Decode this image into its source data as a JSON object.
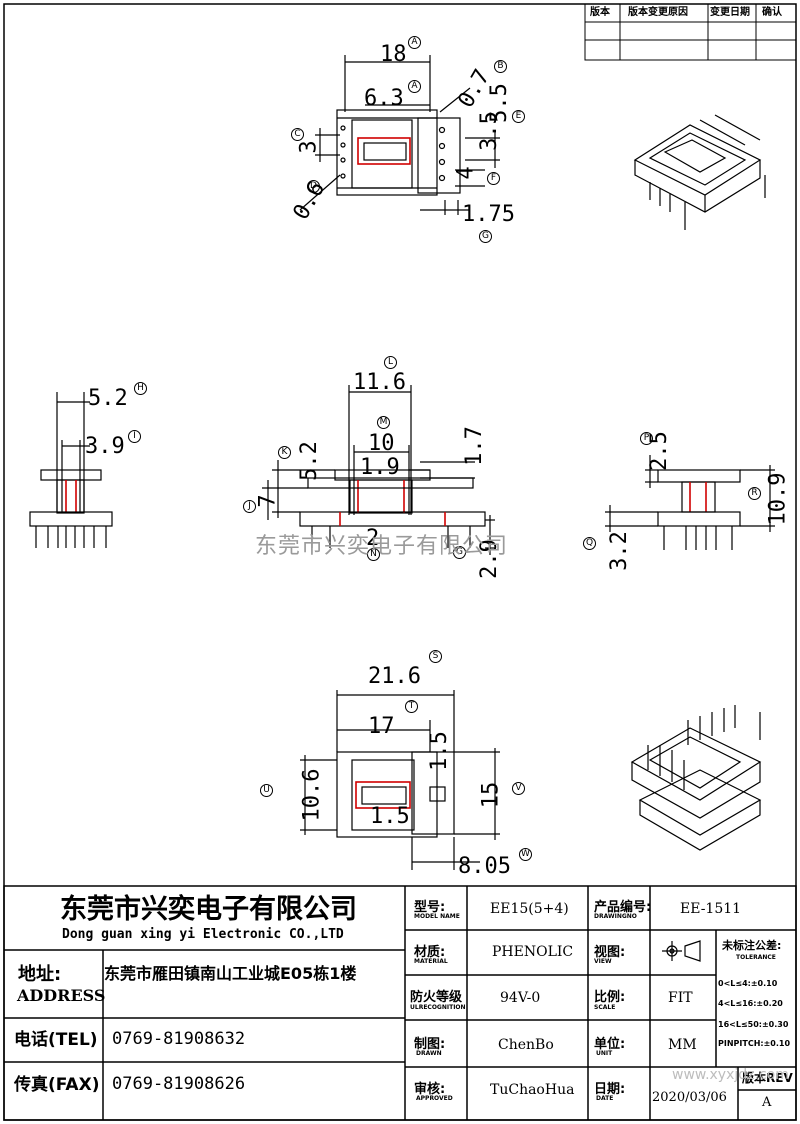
{
  "revision_table": {
    "headers": [
      "版本",
      "版本变更原因",
      "变更日期",
      "确认"
    ]
  },
  "dimensions": {
    "top_view": [
      {
        "value": "18",
        "ref": "A"
      },
      {
        "value": "6.3",
        "ref": "A"
      },
      {
        "value": "0.7",
        "ref": "B"
      },
      {
        "value": "5.5",
        "ref": ""
      },
      {
        "value": "3.5",
        "ref": "E"
      },
      {
        "value": "3",
        "ref": "C"
      },
      {
        "value": "4",
        "ref": "F"
      },
      {
        "value": "0.6",
        "ref": "D"
      },
      {
        "value": "1.75",
        "ref": "G"
      }
    ],
    "side_left": [
      {
        "value": "5.2",
        "ref": "H"
      },
      {
        "value": "3.9",
        "ref": "I"
      }
    ],
    "front_view": [
      {
        "value": "11.6",
        "ref": "L"
      },
      {
        "value": "10",
        "ref": "M"
      },
      {
        "value": "1.9",
        "ref": ""
      },
      {
        "value": "1.7",
        "ref": ""
      },
      {
        "value": "5.2",
        "ref": "K"
      },
      {
        "value": "7",
        "ref": "J"
      },
      {
        "value": "2",
        "ref": "N"
      },
      {
        "value": "2.9",
        "ref": "G"
      }
    ],
    "side_right": [
      {
        "value": "2.5",
        "ref": "P"
      },
      {
        "value": "10.9",
        "ref": "R"
      },
      {
        "value": "3.2",
        "ref": "Q"
      }
    ],
    "bottom_view": [
      {
        "value": "21.6",
        "ref": "S"
      },
      {
        "value": "17",
        "ref": "T"
      },
      {
        "value": "1.5",
        "ref": ""
      },
      {
        "value": "10.6",
        "ref": "U"
      },
      {
        "value": "15",
        "ref": "V"
      },
      {
        "value": "1.5",
        "ref": ""
      },
      {
        "value": "8.05",
        "ref": "W"
      }
    ]
  },
  "watermark": "东莞市兴奕电子有限公司",
  "company": {
    "name_cn": "东莞市兴奕电子有限公司",
    "name_en": "Dong guan xing yi Electronic CO.,LTD",
    "address_label_cn": "地址:",
    "address_label_en": "ADDRESS",
    "address": "东莞市雁田镇南山工业城E05栋1楼",
    "tel_label": "电话(TEL)",
    "tel": "0769-81908632",
    "fax_label": "传真(FAX)",
    "fax": "0769-81908626"
  },
  "title_block": {
    "model_label": "型号:",
    "model_sub": "MODEL NAME",
    "model": "EE15(5+4)",
    "drawing_label": "产品编号:",
    "drawing_sub": "DRAWINGNO",
    "drawing": "EE-1511",
    "material_label": "材质:",
    "material_sub": "MATERIAL",
    "material": "PHENOLIC",
    "view_label": "视图:",
    "view_sub": "VIEW",
    "tolerance_label": "未标注公差:",
    "tolerance_sub": "TOLERANCE",
    "tolerances": [
      "0<L≤4:±0.10",
      "4<L≤16:±0.20",
      "16<L≤50:±0.30",
      "PINPITCH:±0.10"
    ],
    "ul_label": "防火等级",
    "ul_sub": "ULRECOGNITION",
    "ul": "94V-0",
    "scale_label": "比例:",
    "scale_sub": "SCALE",
    "scale": "FIT",
    "drawn_label": "制图:",
    "drawn_sub": "DRAWN",
    "drawn": "ChenBo",
    "unit_label": "单位:",
    "unit_sub": "UNIT",
    "unit": "MM",
    "approved_label": "审核:",
    "approved_sub": "APPROVED",
    "approved": "TuChaoHua",
    "date_label": "日期:",
    "date_sub": "DATE",
    "date": "2020/03/06",
    "rev_label": "版本REV",
    "rev": "A"
  },
  "site_watermark": "www.xyxjdz.com"
}
